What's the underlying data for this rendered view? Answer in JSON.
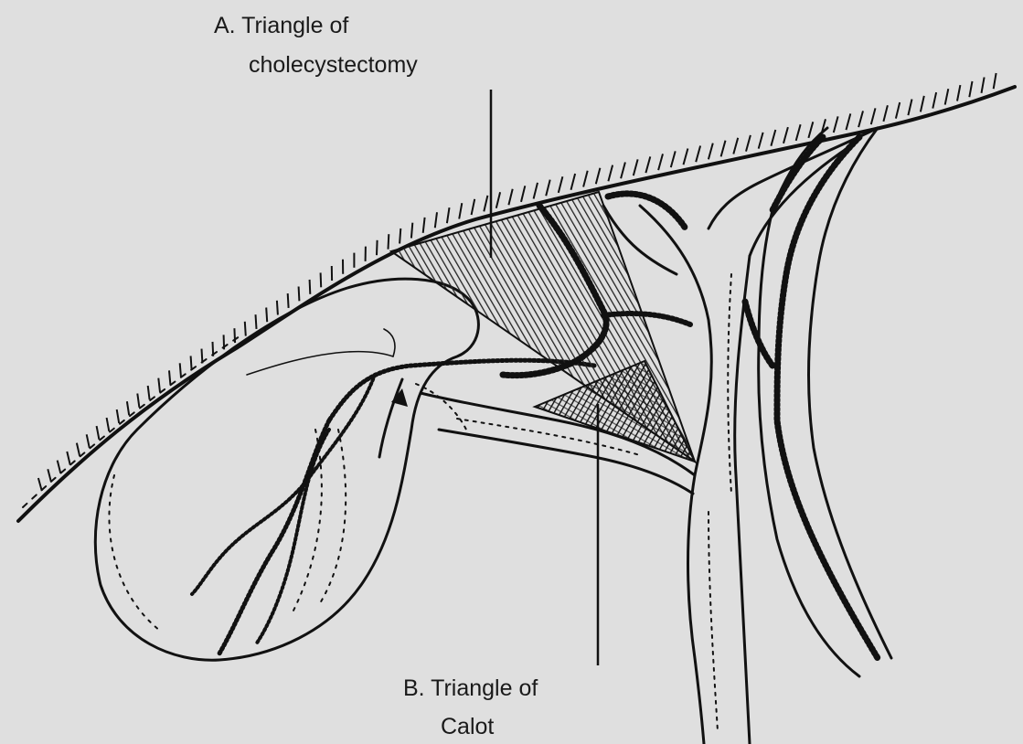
{
  "labels": {
    "triangle_a_line1": "A. Triangle of",
    "triangle_a_line2": "cholecystectomy",
    "triangle_b_line1": "B. Triangle of",
    "triangle_b_line2": "Calot"
  },
  "colors": {
    "background": "#dfdfdf",
    "ink": "#111111",
    "organ_fill": "#e4e4e4"
  }
}
